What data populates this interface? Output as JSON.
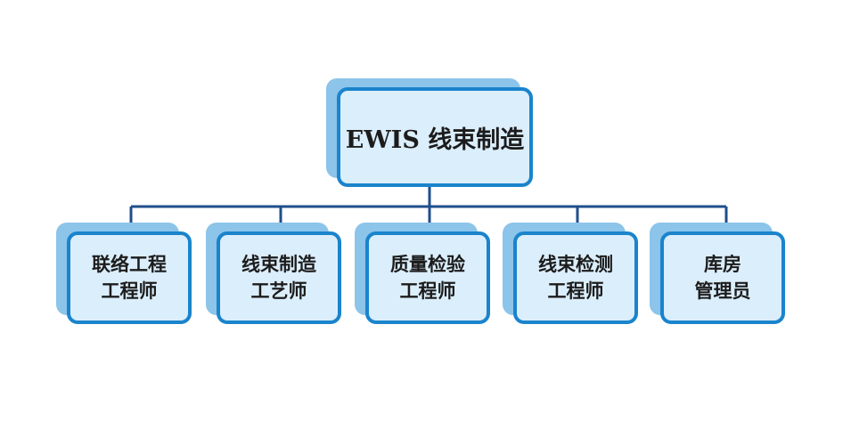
{
  "colors": {
    "box_border": "#1a84cc",
    "box_fill": "#dbeefb",
    "shadow": "#8cc4ea",
    "connector": "#1f4e8c"
  },
  "diagram": {
    "root": {
      "label": "EWIS 线束制造"
    },
    "children": [
      {
        "label": "联络工程\n工程师"
      },
      {
        "label": "线束制造\n工艺师"
      },
      {
        "label": "质量检验\n工程师"
      },
      {
        "label": "线束检测\n工程师"
      },
      {
        "label": "库房\n管理员"
      }
    ]
  }
}
